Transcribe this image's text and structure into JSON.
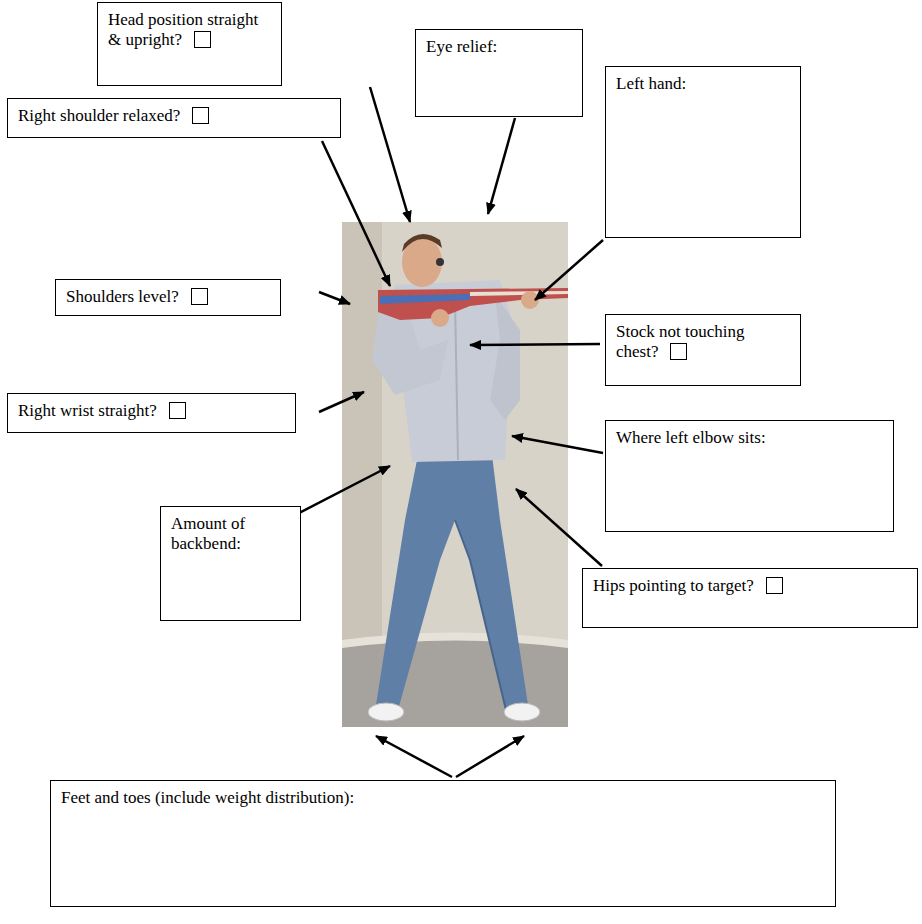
{
  "diagram": {
    "nodes": [
      {
        "text": [
          "Head position straight & upright?"
        ]
      },
      {
        "text": [
          "Eye relief:"
        ]
      },
      {
        "text": [
          "Right shoulder relaxed?"
        ]
      },
      {
        "text": [
          "Left hand:"
        ]
      },
      {
        "text": [
          "Shoulders level?"
        ]
      },
      {
        "text": [
          "Stock not touching chest?"
        ]
      },
      {
        "text": [
          "Right wrist straight?"
        ]
      },
      {
        "text": [
          "Where left elbow sits:"
        ]
      },
      {
        "text": [
          "Amount of backbend:"
        ]
      },
      {
        "text": [
          "Hips pointing to target?"
        ]
      },
      {
        "text": [
          "Feet and toes (include weight distribution):"
        ]
      }
    ]
  }
}
